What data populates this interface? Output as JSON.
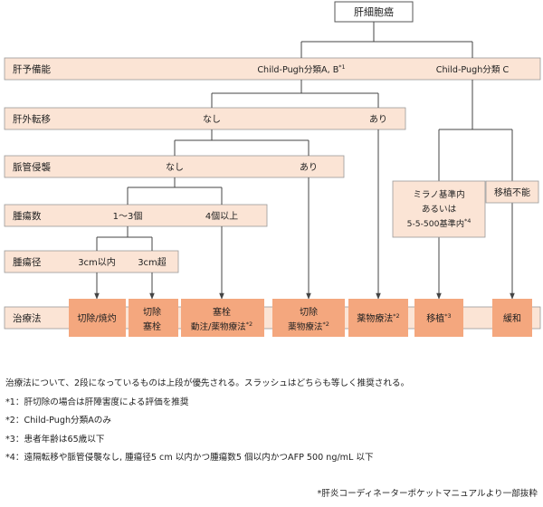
{
  "root": "肝細胞癌",
  "rows": {
    "liver": "肝予備能",
    "metastasis": "肝外転移",
    "vascular": "脈管侵襲",
    "count": "腫瘍数",
    "size": "腫瘍径",
    "treatment": "治療法"
  },
  "branches": {
    "child_ab": "Child-Pugh分類A, B",
    "child_ab_sup": "*1",
    "child_c": "Child-Pugh分類 C",
    "meta_no": "なし",
    "meta_yes": "あり",
    "vasc_no": "なし",
    "vasc_yes": "あり",
    "count_1_3": "1〜3個",
    "count_4plus": "4個以上",
    "size_small": "3cm以内",
    "size_large": "3cm超"
  },
  "criteria": {
    "milan_line1": "ミラノ基準内",
    "milan_line2": "あるいは",
    "milan_line3": "5-5-500基準内",
    "milan_sup": "*4",
    "not_eligible": "移植不能"
  },
  "treatments": {
    "t1": "切除/焼灼",
    "t2_line1": "切除",
    "t2_line2": "塞栓",
    "t3_line1": "塞栓",
    "t3_line2": "動注/薬物療法",
    "t3_sup": "*2",
    "t4_line1": "切除",
    "t4_line2": "薬物療法",
    "t4_sup": "*2",
    "t5": "薬物療法",
    "t5_sup": "*2",
    "t6": "移植",
    "t6_sup": "*3",
    "t7": "緩和"
  },
  "notes": [
    "治療法について、2段になっているものは上段が優先される。スラッシュはどちらも等しく推奨される。",
    "*1：肝切除の場合は肝障害度による評価を推奨",
    "*2：Child-Pugh分類Aのみ",
    "*3：患者年齢は65歳以下",
    "*4：遠隔転移や脈管侵襲なし, 腫瘍径5 cm 以内かつ腫瘍数5 個以内かつAFP 500 ng/mL 以下"
  ],
  "source": "*肝炎コーディネーターポケットマニュアルより一部抜粋",
  "colors": {
    "row_fill": "#fbe4d5",
    "treatment_fill": "#f4a77e",
    "line": "#444444"
  }
}
